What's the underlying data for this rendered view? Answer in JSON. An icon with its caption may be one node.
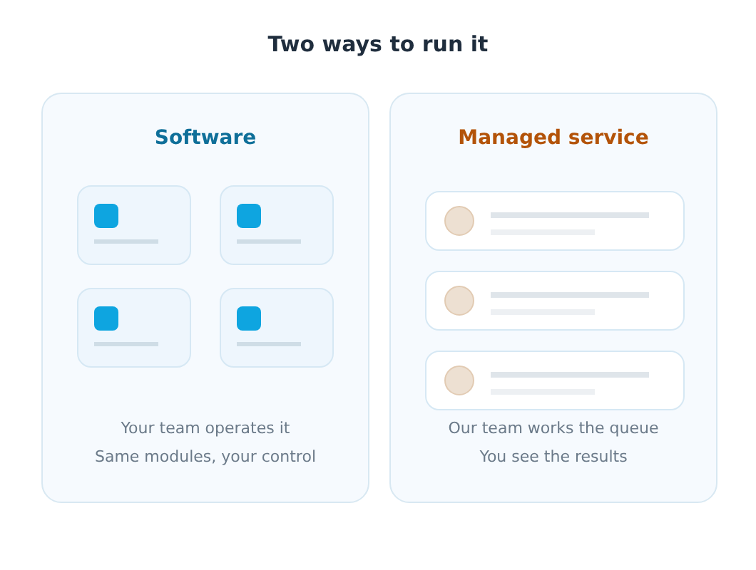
{
  "diagram": {
    "title": "Two ways to run it",
    "nodes": [
      {
        "text": [
          "Software",
          "Your team operates it",
          "Same modules, your control"
        ]
      },
      {
        "text": [],
        "shape": "box",
        "in": 0
      },
      {
        "text": [],
        "shape": "box",
        "in": 0
      },
      {
        "text": [],
        "shape": "box",
        "in": 0
      },
      {
        "text": [],
        "shape": "box",
        "in": 0
      },
      {
        "text": [
          "Managed service",
          "Our team works the queue",
          "You see the results"
        ]
      },
      {
        "text": [],
        "shape": "bar",
        "in": 5
      },
      {
        "text": [],
        "shape": "bar",
        "in": 5
      },
      {
        "text": [],
        "shape": "bar",
        "in": 5
      }
    ]
  }
}
